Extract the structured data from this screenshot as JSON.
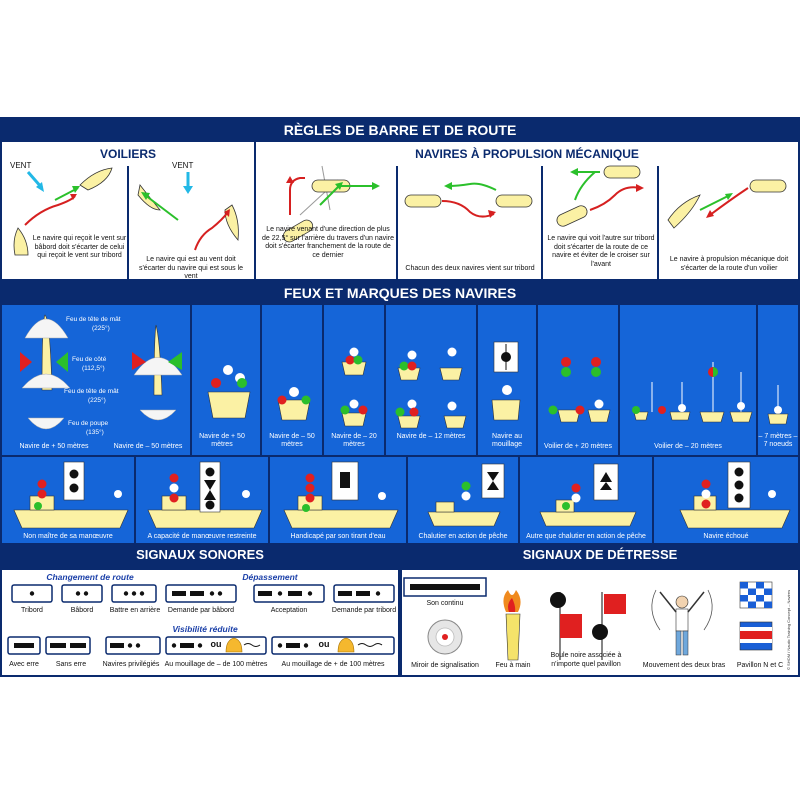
{
  "colors": {
    "navy": "#0a2a6e",
    "blue": "#1565d8",
    "hull": "#fbf1a4",
    "red": "#e02020",
    "green": "#2bbf2b",
    "arrow_red": "#d62020",
    "arrow_green": "#2bc02b",
    "wind": "#22b8e6"
  },
  "titles": {
    "main": "RÈGLES DE BARRE ET DE ROUTE",
    "sail": "VOILIERS",
    "power": "NAVIRES À PROPULSION MÉCANIQUE",
    "lights": "FEUX ET MARQUES DES NAVIRES",
    "sound": "SIGNAUX SONORES",
    "distress": "SIGNAUX DE DÉTRESSE"
  },
  "rules": {
    "vent": "VENT",
    "sail_1": "Le navire qui reçoit le vent sur bâbord doit s'écarter de celui qui reçoit le vent sur tribord",
    "sail_2": "Le navire qui est au vent doit s'écarter du navire qui est sous le vent",
    "power_1": "Le navire venant d'une direction de plus de 22,5° sur l'arrière du travers d'un navire doit s'écarter franchement de la route de ce dernier",
    "power_2": "Chacun des deux navires vient sur tribord",
    "power_3": "Le navire qui voit l'autre sur tribord doit s'écarter de la route de ce navire et éviter de le croiser sur l'avant",
    "power_4": "Le navire à propulsion mécanique doit s'écarter de la route d'un voilier"
  },
  "lights": {
    "labels": {
      "mast1": "Feu de tête de mât",
      "mast1_deg": "(225°)",
      "side": "Feu de côté",
      "side_deg": "(112,5°)",
      "mast2": "Feu de tête de mât",
      "mast2_deg": "(225°)",
      "stern": "Feu de poupe",
      "stern_deg": "(135°)"
    },
    "captions": {
      "c1": "Navire de + 50 mètres",
      "c2": "Navire de – 50 mètres",
      "c3": "Navire de + 50 mètres",
      "c4": "Navire de – 50 mètres",
      "c5": "Navire de – 20 mètres",
      "c6": "Navire de – 12 mètres",
      "c7": "Navire au mouillage",
      "c8": "Voilier de + 20 mètres",
      "c9": "Voilier de – 20 mètres",
      "c10": "– 7 mètres – 7 noeuds"
    },
    "row2": {
      "c1": "Non maître de sa manœuvre",
      "c2": "A capacité de manœuvre restreinte",
      "c3": "Handicapé par son tirant d'eau",
      "c4": "Chalutier en action de pêche",
      "c5": "Autre que chalutier en action de pêche",
      "c6": "Navire échoué"
    }
  },
  "sound": {
    "change": "Changement de route",
    "overtake": "Dépassement",
    "visibility": "Visibilité réduite",
    "ou": "ou",
    "tribord": "Tribord",
    "babord": "Bâbord",
    "arriere": "Battre en arrière",
    "dem_babord": "Demande par bâbord",
    "acceptation": "Acceptation",
    "dem_tribord": "Demande par tribord",
    "avec_erre": "Avec erre",
    "sans_erre": "Sans erre",
    "privilegies": "Navires privilégiés",
    "mouillage_moins": "Au mouillage de – de 100 mètres",
    "mouillage_plus": "Au mouillage de + de 100 mètres"
  },
  "distress": {
    "son": "Son continu",
    "miroir": "Miroir de signalisation",
    "feu": "Feu à main",
    "boule": "Boule noire associée à n'importe quel pavillon",
    "bras": "Mouvement des deux bras",
    "pavillon": "Pavillon N et C"
  },
  "copyright": "© SHOM / Nautic Training Concept – Navires"
}
